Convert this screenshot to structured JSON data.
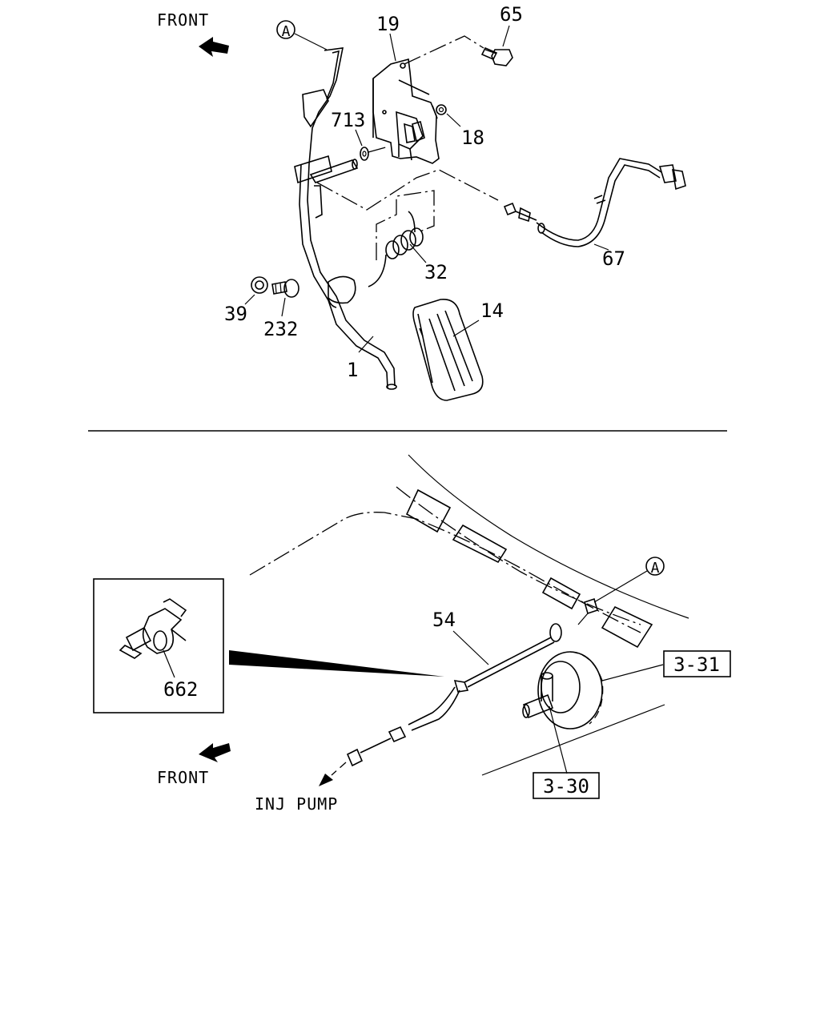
{
  "upper_view": {
    "front_label": "FRONT",
    "ref_marker": "A",
    "callouts": [
      "19",
      "65",
      "713",
      "18",
      "67",
      "32",
      "39",
      "232",
      "14",
      "1"
    ]
  },
  "lower_view": {
    "front_label": "FRONT",
    "destination_label": "INJ PUMP",
    "ref_marker": "A",
    "callouts": [
      "54",
      "662"
    ],
    "boxed_refs": [
      "3-31",
      "3-30"
    ]
  }
}
